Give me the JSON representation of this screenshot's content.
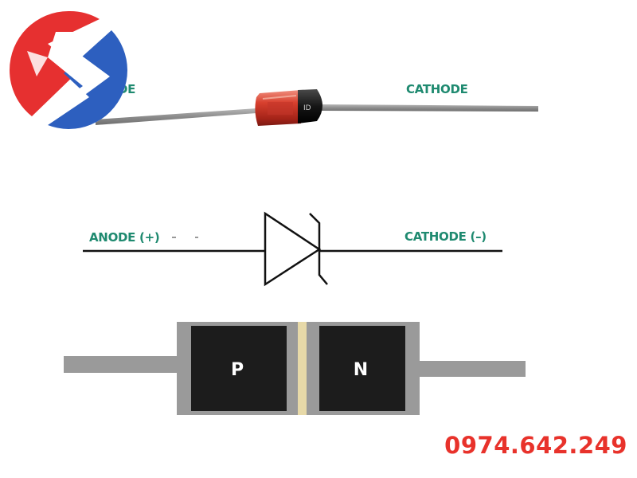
{
  "photo": {
    "anode_label": "ANODE",
    "cathode_label": "CATHODE"
  },
  "symbol": {
    "anode_label": "ANODE (+)",
    "cathode_label": "CATHODE (–)"
  },
  "junction": {
    "p_label": "P",
    "n_label": "N"
  },
  "contact": {
    "phone": "0974.642.249"
  },
  "colors": {
    "label": "#1f8a70",
    "phone": "#e8322b",
    "logo_red": "#e63030",
    "logo_blue": "#2d5fbf",
    "semiconductor": "#1c1c1c",
    "lead": "#9a9a9a",
    "junction_stripe": "#e7d9a8"
  }
}
